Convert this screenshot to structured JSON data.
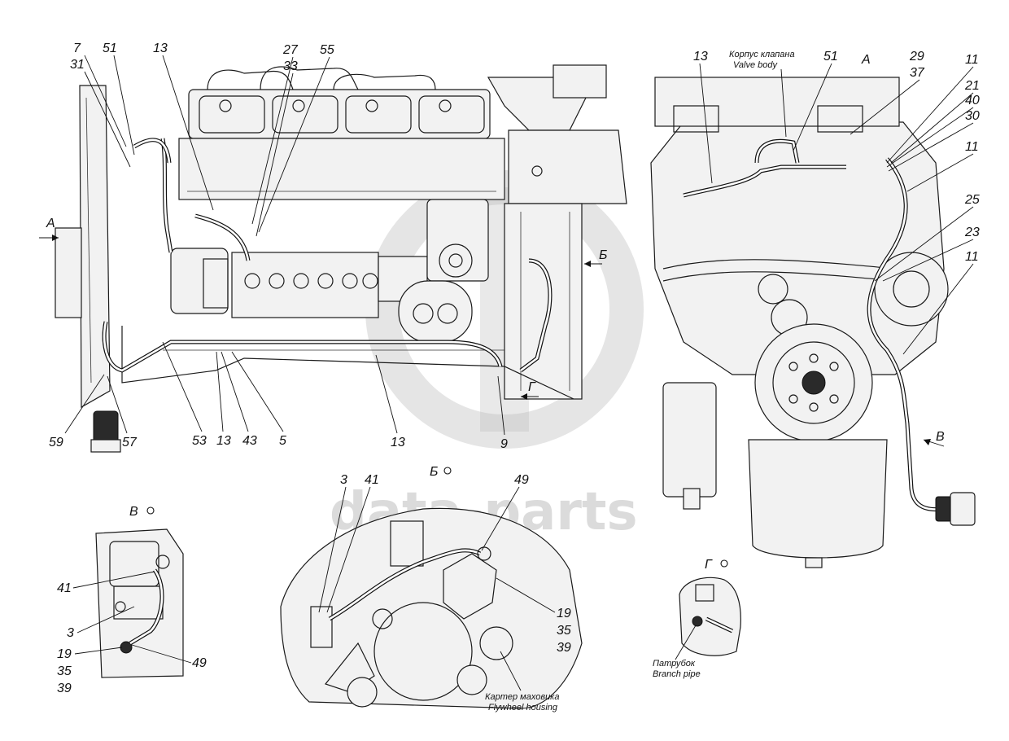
{
  "watermark": "data-parts",
  "views": {
    "A": "А",
    "B": "Б",
    "V": "В",
    "G": "Г",
    "B_detail": "Б",
    "V_detail": "В",
    "G_detail": "Г"
  },
  "notes": {
    "valve_body_ru": "Корпус клапана",
    "valve_body_en": "Valve body",
    "flywheel_ru": "Картер маховика",
    "flywheel_en": "Flywheel housing",
    "branch_ru": "Патрубок",
    "branch_en": "Branch pipe"
  },
  "callouts": {
    "main_top": [
      "7",
      "31",
      "51",
      "13",
      "27",
      "33",
      "55"
    ],
    "main_bottom": [
      "59",
      "57",
      "53",
      "13",
      "43",
      "5",
      "13",
      "9"
    ],
    "right_top": [
      "13",
      "51",
      "29",
      "37",
      "11",
      "21",
      "40",
      "30",
      "11",
      "25",
      "23",
      "11"
    ],
    "b_view": [
      "3",
      "41",
      "49",
      "19",
      "35",
      "39"
    ],
    "v_view": [
      "41",
      "3",
      "19",
      "35",
      "39",
      "49"
    ]
  }
}
